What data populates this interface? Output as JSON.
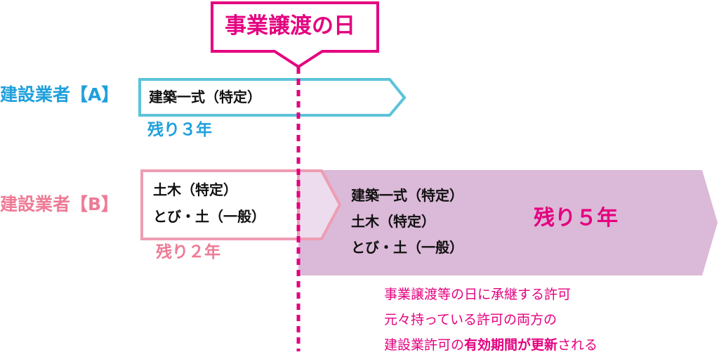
{
  "colors": {
    "magenta": "#e4007f",
    "cyan": "#5bc3d9",
    "blue_text": "#1ea0dc",
    "pink": "#ee7b96",
    "purple": "#dbb9d8",
    "light_purple": "#ecdcee"
  },
  "callout": {
    "label": "事業譲渡の日"
  },
  "contractor_a": {
    "label": "建設業者【A】",
    "permit": "建築一式（特定）",
    "remaining": "残り３年"
  },
  "contractor_b": {
    "label": "建設業者【B】",
    "permits": [
      "土木（特定）",
      "とび・土（一般）"
    ],
    "remaining": "残り２年"
  },
  "merged": {
    "permits": [
      "建築一式（特定）",
      "土木（特定）",
      "とび・土（一般）"
    ],
    "remaining": "残り５年"
  },
  "note": {
    "line1": "事業譲渡等の日に承継する許可",
    "line2": "元々持っている許可の両方の",
    "line3_pre": "建設業許可の",
    "line3_bold": "有効期間が更新",
    "line3_post": "される"
  }
}
